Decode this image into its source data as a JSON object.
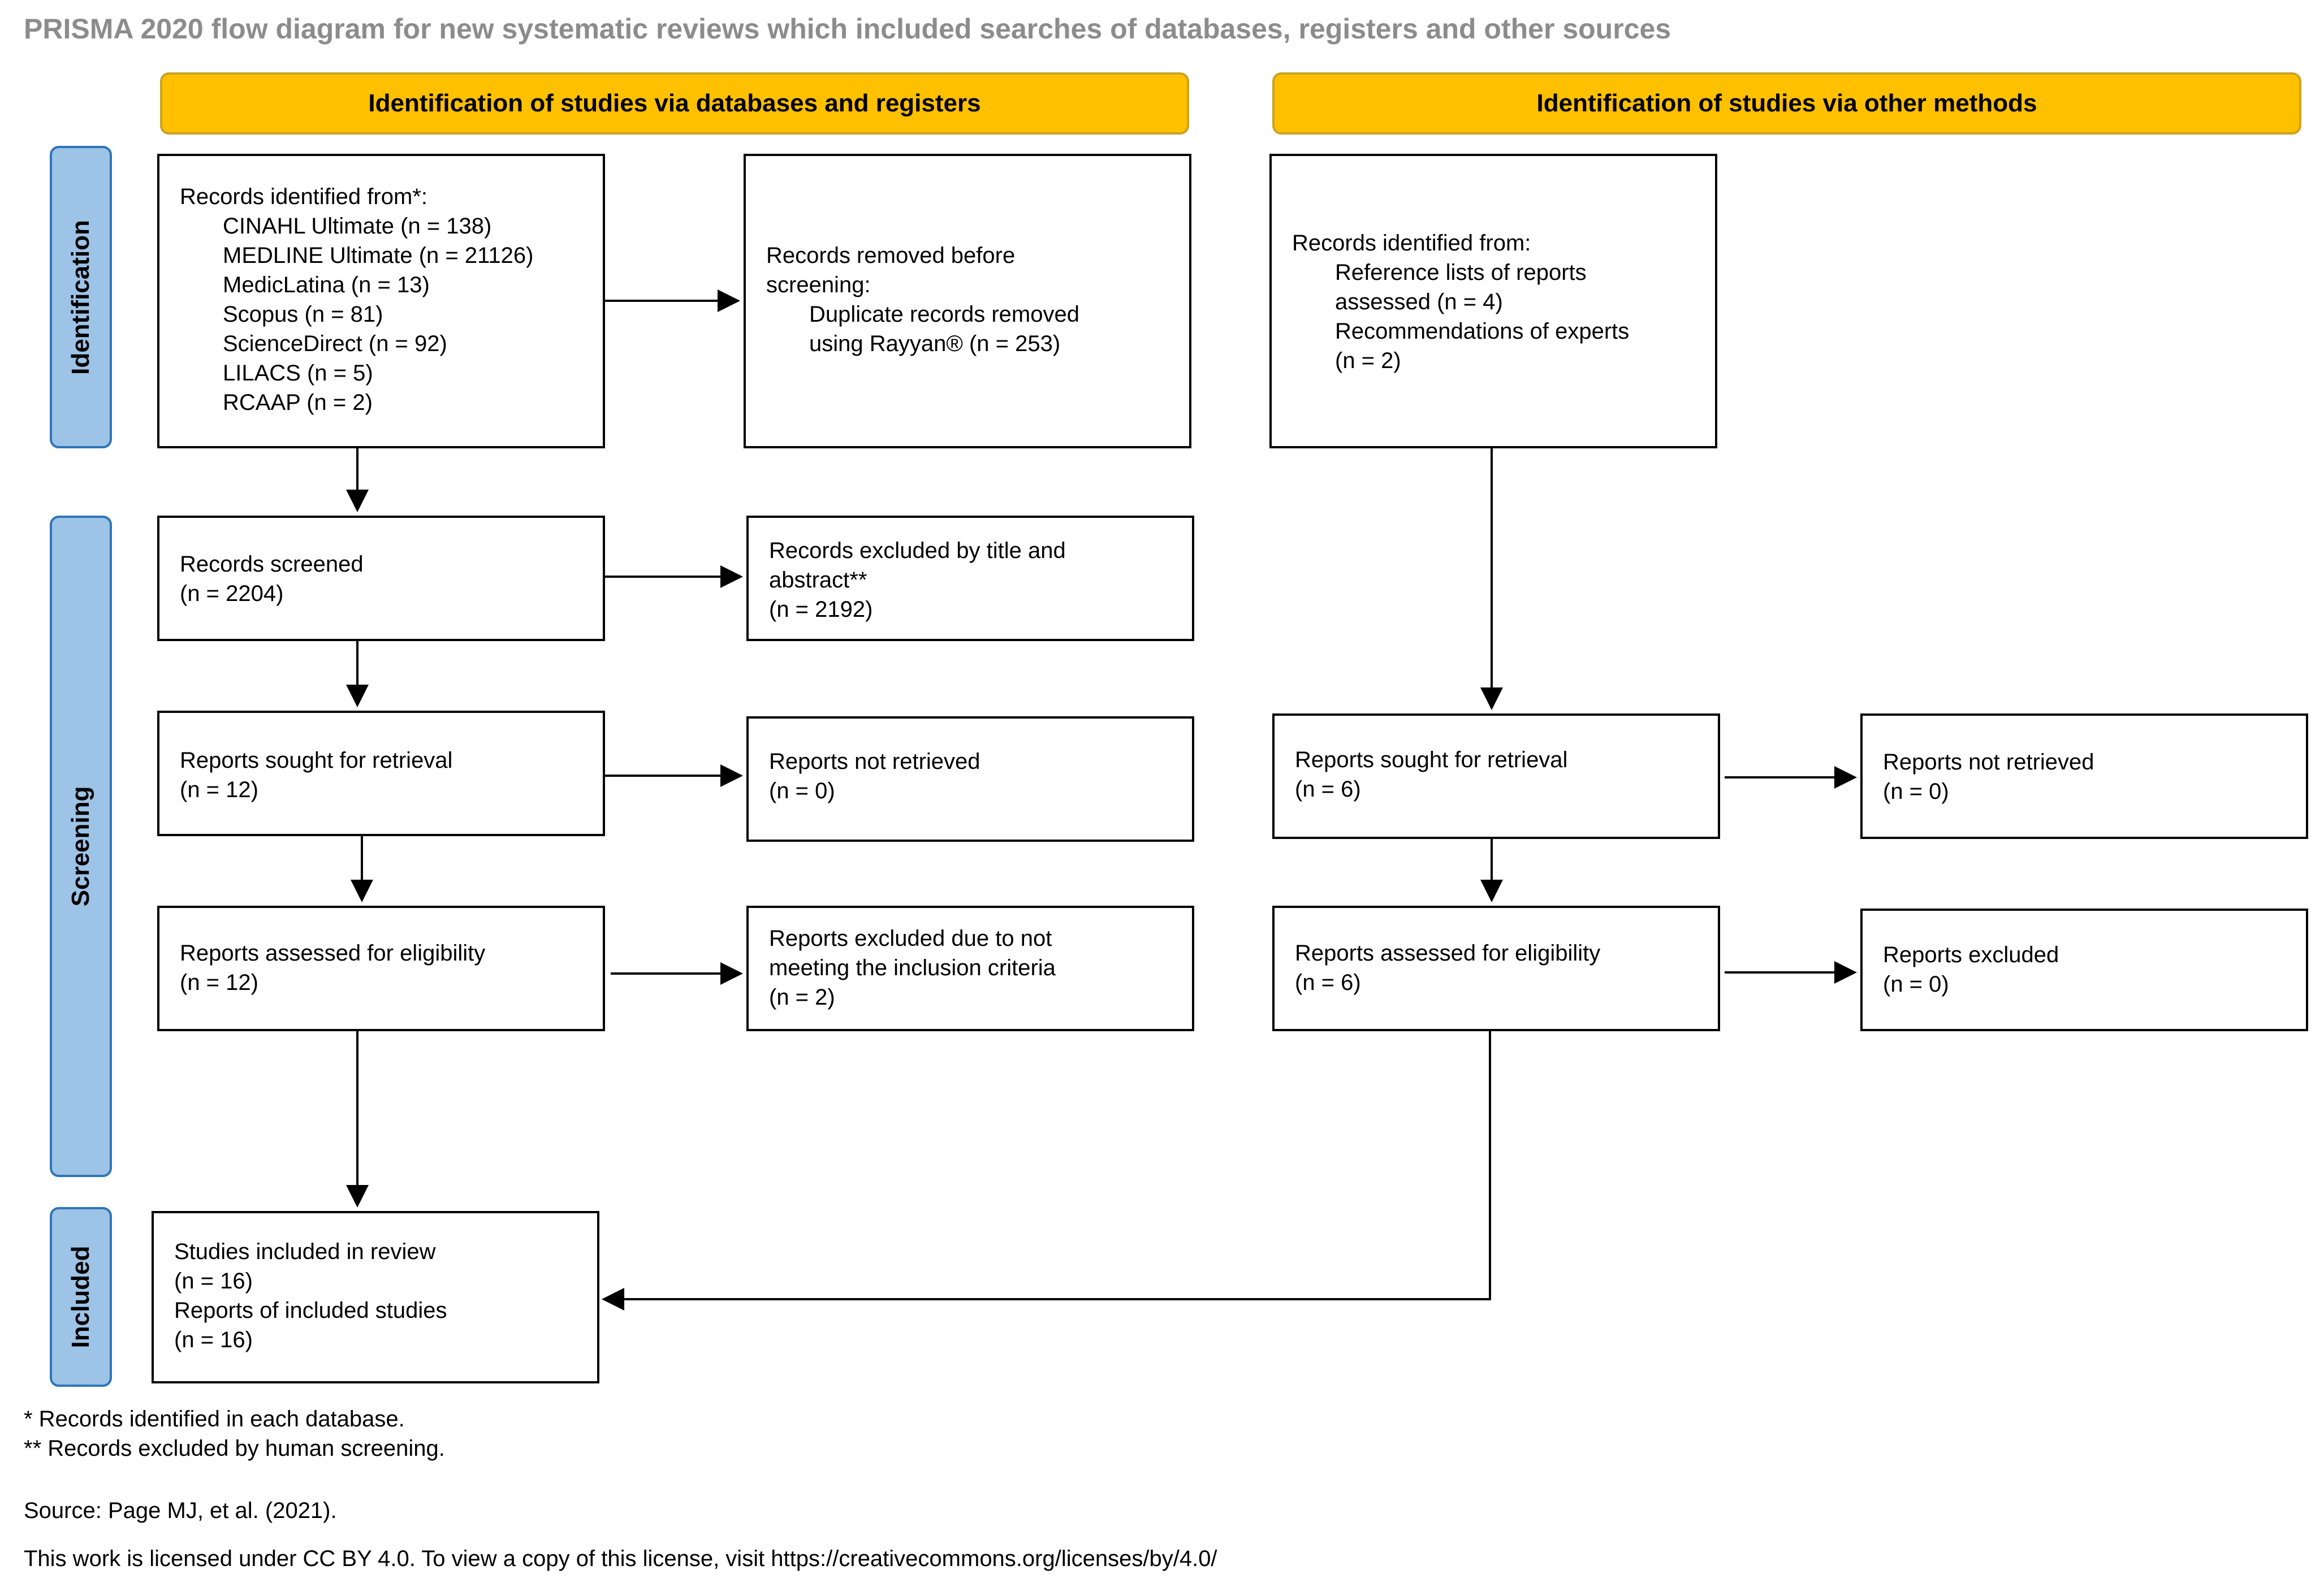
{
  "title": "PRISMA 2020 flow diagram for new systematic reviews which included searches of databases, registers and other sources",
  "headers": {
    "left": "Identification of studies via databases and registers",
    "right": "Identification of studies via other methods"
  },
  "phases": {
    "identification": "Identification",
    "screening": "Screening",
    "included": "Included"
  },
  "db": {
    "records_identified": {
      "heading": "Records identified from*:",
      "items": [
        "CINAHL Ultimate (n = 138)",
        "MEDLINE Ultimate (n = 21126)",
        "MedicLatina (n = 13)",
        "Scopus (n = 81)",
        "ScienceDirect (n = 92)",
        "LILACS (n = 5)",
        "RCAAP (n = 2)"
      ]
    },
    "records_removed": {
      "line1": "Records removed before",
      "line2": "screening:",
      "line3": "Duplicate records removed",
      "line4": "using Rayyan® (n = 253)"
    },
    "records_screened": {
      "line1": "Records screened",
      "line2": "(n = 2204)"
    },
    "records_excluded": {
      "line1": "Records excluded by title and",
      "line2": "abstract**",
      "line3": "(n = 2192)"
    },
    "reports_sought": {
      "line1": "Reports sought for retrieval",
      "line2": "(n = 12)"
    },
    "reports_not_retrieved": {
      "line1": "Reports not retrieved",
      "line2": "(n = 0)"
    },
    "reports_assessed": {
      "line1": "Reports assessed for eligibility",
      "line2": "(n = 12)"
    },
    "reports_excluded": {
      "line1": "Reports excluded due to not",
      "line2": "meeting the inclusion criteria",
      "line3": "(n = 2)"
    }
  },
  "other": {
    "records_identified": {
      "heading": "Records identified from:",
      "line1": "Reference lists of reports",
      "line2": "assessed (n = 4)",
      "line3": "Recommendations of experts",
      "line4": "(n = 2)"
    },
    "reports_sought": {
      "line1": "Reports sought for retrieval",
      "line2": "(n = 6)"
    },
    "reports_not_retrieved": {
      "line1": "Reports not retrieved",
      "line2": "(n = 0)"
    },
    "reports_assessed": {
      "line1": "Reports assessed for eligibility",
      "line2": "(n = 6)"
    },
    "reports_excluded": {
      "line1": "Reports excluded",
      "line2": "(n = 0)"
    }
  },
  "included": {
    "line1": "Studies included in review",
    "line2": "(n = 16)",
    "line3": "Reports of included studies",
    "line4": "(n = 16)"
  },
  "footnotes": {
    "note1": "* Records identified in each database.",
    "note2": "** Records excluded by human screening.",
    "source": "Source: Page MJ, et al. (2021).",
    "license": "This work is licensed under CC BY 4.0. To view a copy of this license, visit https://creativecommons.org/licenses/by/4.0/"
  },
  "colors": {
    "header_fill": "#ffc000",
    "phase_fill": "#9dc3e6",
    "phase_border": "#2e75b6",
    "title_text": "#8c8c8c"
  }
}
